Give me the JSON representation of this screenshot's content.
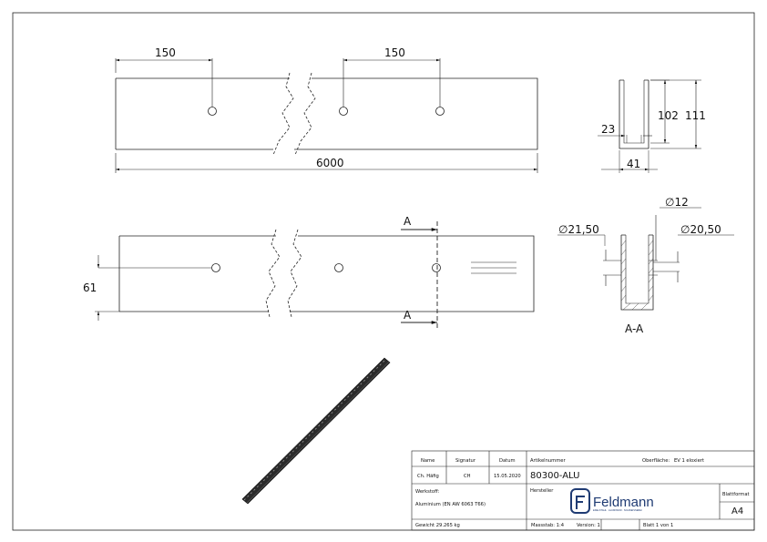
{
  "dimensions": {
    "top_left_150": "150",
    "top_right_150": "150",
    "total_length": "6000",
    "side_102": "102",
    "side_111": "111",
    "side_23": "23",
    "side_41": "41",
    "front_61": "61",
    "dia_left": "∅21,50",
    "dia_mid": "∅12",
    "dia_right": "∅20,50"
  },
  "section": {
    "marker_top": "A",
    "marker_bottom": "A",
    "label": "A-A"
  },
  "title_block": {
    "name_label": "Name",
    "signature_label": "Signatur",
    "date_label": "Datum",
    "article_label": "Artikelnummer",
    "surface_label": "Oberfläche:",
    "surface_value": "EV 1 eloxiert",
    "name_value": "Ch. Häfig",
    "signature_value": "CH",
    "date_value": "15.05.2020",
    "article_value": "80300-ALU",
    "material_label": "Werkstoff:",
    "manufacturer_label": "Hersteller",
    "format_label": "Blattformat",
    "material_value": "Aluminium (EN AW 6063 T66)",
    "format_value": "A4",
    "weight": "Gewicht 29.265 kg",
    "scale": "Massstab: 1:4",
    "version": "Version: 1",
    "sheet": "Blatt 1 von 1"
  },
  "logo": {
    "brand": "Feldmann",
    "tagline": "EDELSTAHL · ALUMINIUM · SCHWEISSEREI"
  }
}
